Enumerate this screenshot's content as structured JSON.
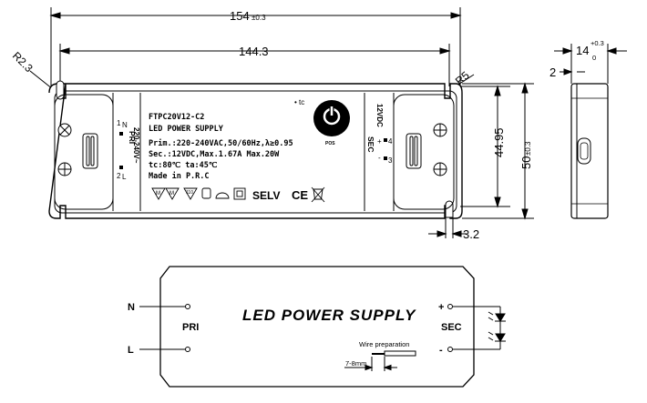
{
  "dimensions": {
    "overall_length": "154",
    "overall_length_tol": "±0.3",
    "hole_spacing": "144.3",
    "corner_radius_left": "R2.3",
    "corner_radius_right": "R5",
    "height_inner": "44.95",
    "height_overall": "50",
    "height_overall_tol": "±0.3",
    "slot_width": "3.2",
    "depth": "14",
    "depth_tol_upper": "+0.3",
    "depth_tol_lower": "0",
    "flange": "2"
  },
  "label": {
    "model": "FTPC20V12-C2",
    "product": "LED POWER SUPPLY",
    "primary": "Prim.:220-240VAC,50/60Hz,λ≥0.95",
    "secondary": "Sec.:12VDC,Max.1.67A Max.20W",
    "temps": "tc:80℃  ta:45℃",
    "origin": "Made in P.R.C",
    "tc_mark": "• tc",
    "pos_logo": "POS",
    "selv": "SELV",
    "ce": "CE",
    "cert_mark_1": "M",
    "cert_mark_2": "M",
    "cert_mark_3": "110"
  },
  "terminals": {
    "pri_title": "PRI",
    "pri_voltage": "220-240V~",
    "pri_n": "N",
    "pri_l": "L",
    "pri_pin_1": "1",
    "pri_pin_2": "2",
    "sec_title": "SEC",
    "sec_voltage": "12VDC",
    "sec_plus": "+",
    "sec_minus": "-",
    "sec_pin_4": "4",
    "sec_pin_3": "3"
  },
  "wiring": {
    "title": "LED POWER SUPPLY",
    "input_n": "N",
    "input_l": "L",
    "pri_label": "PRI",
    "sec_label": "SEC",
    "out_plus": "+",
    "out_minus": "-",
    "wire_prep_label": "Wire preparation",
    "strip_length": "7-8mm"
  }
}
